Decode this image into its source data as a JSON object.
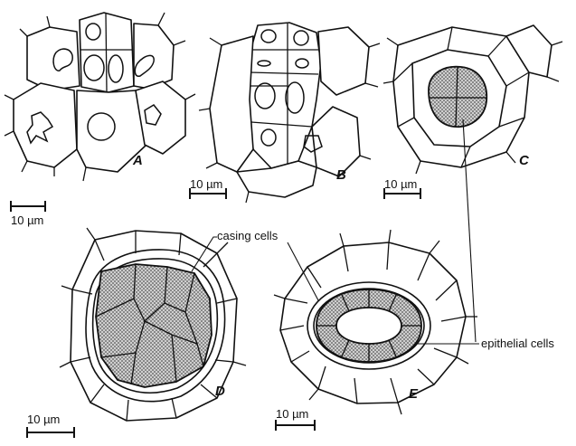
{
  "panels": [
    {
      "id": "A",
      "label": "A",
      "scale": "10 µm"
    },
    {
      "id": "B",
      "label": "B",
      "scale": "10 µm"
    },
    {
      "id": "C",
      "label": "C",
      "scale": "10 µm"
    },
    {
      "id": "D",
      "label": "D",
      "scale": "10 µm"
    },
    {
      "id": "E",
      "label": "E",
      "scale": "10 µm"
    }
  ],
  "callouts": {
    "casing": "casing cells",
    "epithelial": "epithelial cells"
  },
  "colors": {
    "ink": "#111111",
    "background": "#ffffff",
    "stipple": "#555555"
  }
}
